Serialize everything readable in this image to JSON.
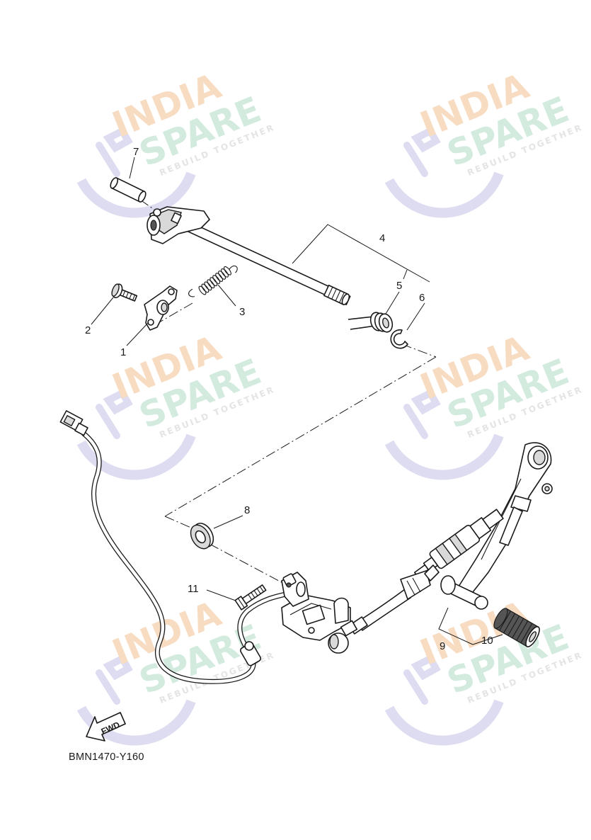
{
  "callouts": {
    "p1": "1",
    "p2": "2",
    "p3": "3",
    "p4": "4",
    "p5": "5",
    "p6": "6",
    "p7": "7",
    "p8": "8",
    "p9": "9",
    "p10": "10",
    "p11": "11"
  },
  "fwd_label": "FWD",
  "diagram_code": "BMN1470-Y160",
  "watermark": {
    "line1": "INDIA",
    "line2": "SPARE",
    "line3": "REBUILD TOGETHER"
  },
  "colors": {
    "line": "#1a1a1a",
    "watermark_orange": "#f7dcc2",
    "watermark_green": "#d3ebdf",
    "watermark_purple": "#dedcf1"
  }
}
